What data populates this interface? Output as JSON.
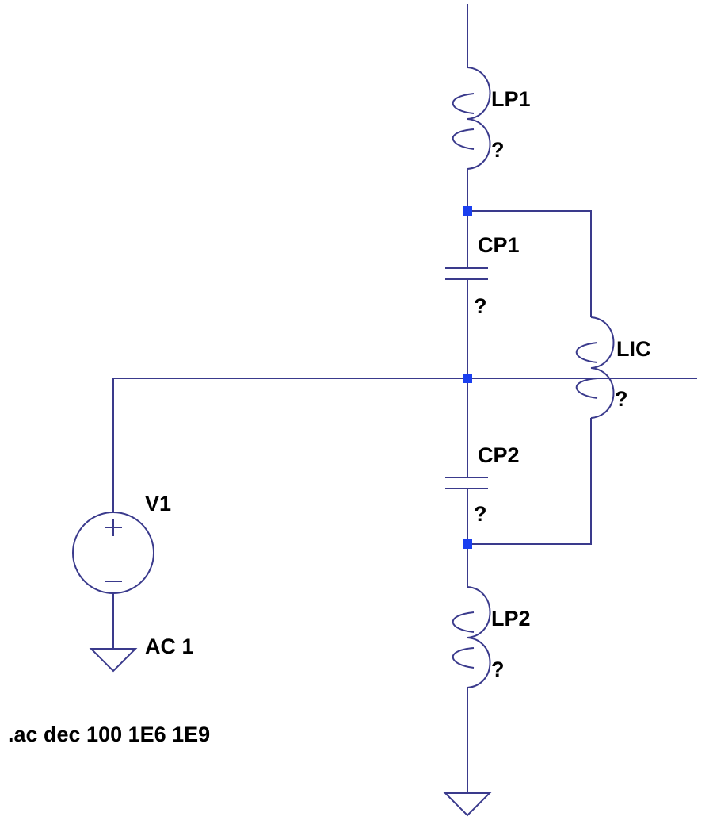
{
  "colors": {
    "wire": "#3a3a8c",
    "node": "#1a3ff0",
    "text": "#000000",
    "background": "#ffffff"
  },
  "components": {
    "lp1": {
      "name": "LP1",
      "value": "?"
    },
    "cp1": {
      "name": "CP1",
      "value": "?"
    },
    "lic": {
      "name": "LIC",
      "value": "?"
    },
    "cp2": {
      "name": "CP2",
      "value": "?"
    },
    "lp2": {
      "name": "LP2",
      "value": "?"
    },
    "v1": {
      "name": "V1",
      "value": "AC 1"
    }
  },
  "directive": ".ac dec 100 1E6 1E9",
  "icons": {
    "source": "voltage-source-icon",
    "ground": "ground-icon",
    "inductor": "inductor-icon",
    "capacitor": "capacitor-icon"
  }
}
